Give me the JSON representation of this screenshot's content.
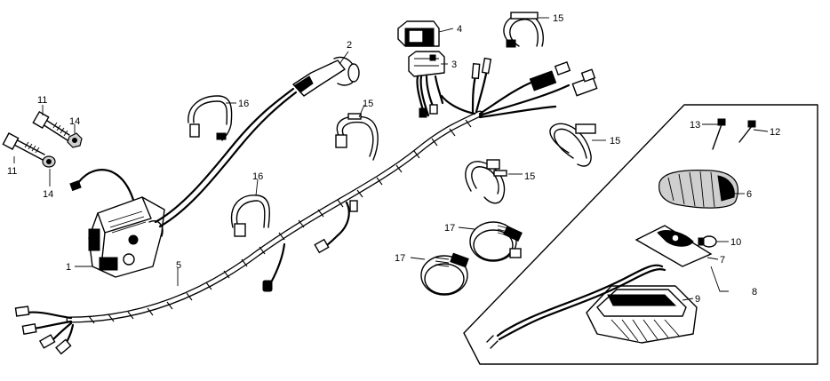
{
  "callouts": {
    "c1": "1",
    "c2": "2",
    "c3": "3",
    "c4": "4",
    "c5": "5",
    "c6": "6",
    "c7": "7",
    "c8": "8",
    "c9": "9",
    "c10": "10",
    "c11a": "11",
    "c11b": "11",
    "c12": "12",
    "c13": "13",
    "c14a": "14",
    "c14b": "14",
    "c15a": "15",
    "c15b": "15",
    "c15c": "15",
    "c15d": "15",
    "c16a": "16",
    "c16b": "16",
    "c17a": "17",
    "c17b": "17"
  }
}
